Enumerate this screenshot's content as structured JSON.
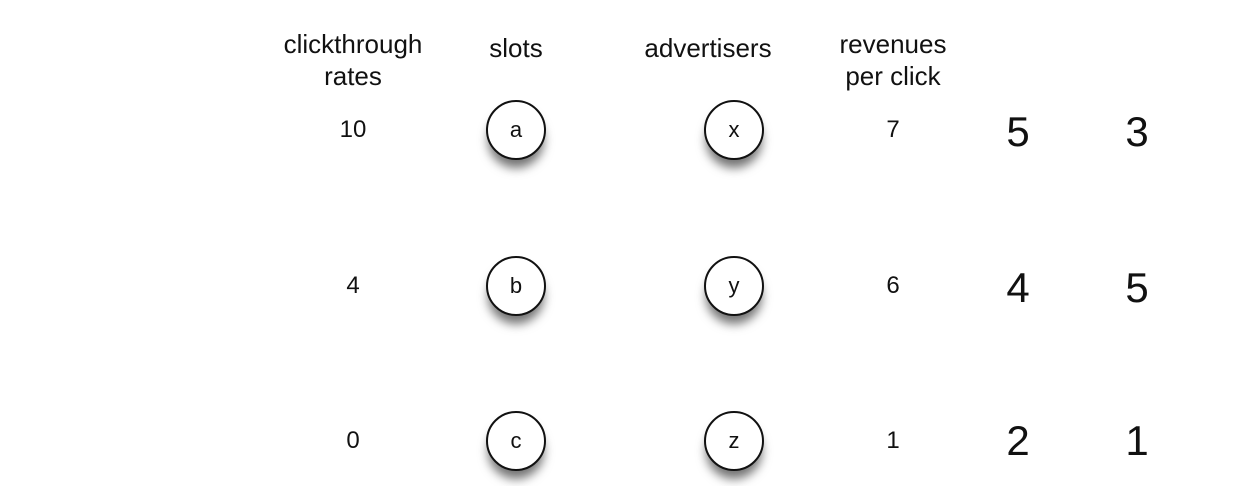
{
  "headers": {
    "clickthrough_rates_line1": "clickthrough",
    "clickthrough_rates_line2": "rates",
    "slots": "slots",
    "advertisers": "advertisers",
    "revenues_line1": "revenues",
    "revenues_line2": "per click"
  },
  "rows": [
    {
      "rate": "10",
      "slot": "a",
      "advertiser": "x",
      "revenue": "7",
      "col5": "5",
      "col6": "3"
    },
    {
      "rate": "4",
      "slot": "b",
      "advertiser": "y",
      "revenue": "6",
      "col5": "4",
      "col6": "5"
    },
    {
      "rate": "0",
      "slot": "c",
      "advertiser": "z",
      "revenue": "1",
      "col5": "2",
      "col6": "1"
    }
  ]
}
